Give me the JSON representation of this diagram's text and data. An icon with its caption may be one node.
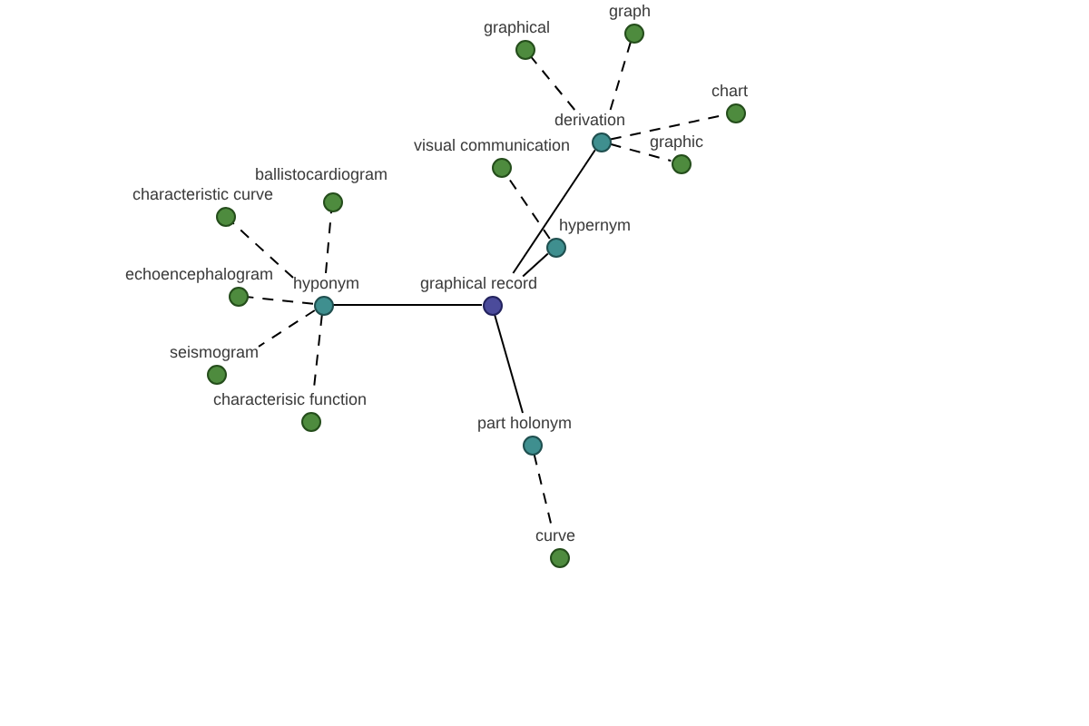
{
  "diagram": {
    "nodes": [
      {
        "text": [
          "graph"
        ]
      },
      {
        "text": [
          "graphical"
        ]
      },
      {
        "text": [
          "chart"
        ]
      },
      {
        "text": [
          "derivation"
        ]
      },
      {
        "text": [
          "graphic"
        ]
      },
      {
        "text": [
          "visual communication"
        ]
      },
      {
        "text": [
          "ballistocardiogram"
        ]
      },
      {
        "text": [
          "characteristic curve"
        ]
      },
      {
        "text": [
          "hypernym"
        ]
      },
      {
        "text": [
          "echoencephalogram"
        ]
      },
      {
        "text": [
          "hyponym"
        ]
      },
      {
        "text": [
          "graphical record"
        ]
      },
      {
        "text": [
          "seismogram"
        ]
      },
      {
        "text": [
          "characterisic function"
        ]
      },
      {
        "text": [
          "part holonym"
        ]
      },
      {
        "text": [
          "curve"
        ]
      }
    ],
    "edges": [
      {
        "from": 11,
        "to": 10,
        "arrow": "none"
      },
      {
        "from": 11,
        "to": 8,
        "arrow": "none"
      },
      {
        "from": 11,
        "to": 3,
        "arrow": "none"
      },
      {
        "from": 11,
        "to": 14,
        "arrow": "none"
      },
      {
        "from": 10,
        "to": 6,
        "arrow": "none",
        "style": "dashed"
      },
      {
        "from": 10,
        "to": 7,
        "arrow": "none",
        "style": "dashed"
      },
      {
        "from": 10,
        "to": 9,
        "arrow": "none",
        "style": "dashed"
      },
      {
        "from": 10,
        "to": 12,
        "arrow": "none",
        "style": "dashed"
      },
      {
        "from": 10,
        "to": 13,
        "arrow": "none",
        "style": "dashed"
      },
      {
        "from": 8,
        "to": 5,
        "arrow": "none",
        "style": "dashed"
      },
      {
        "from": 3,
        "to": 1,
        "arrow": "none",
        "style": "dashed"
      },
      {
        "from": 3,
        "to": 0,
        "arrow": "none",
        "style": "dashed"
      },
      {
        "from": 3,
        "to": 2,
        "arrow": "none",
        "style": "dashed"
      },
      {
        "from": 3,
        "to": 4,
        "arrow": "none",
        "style": "dashed"
      },
      {
        "from": 14,
        "to": 15,
        "arrow": "none",
        "style": "dashed"
      }
    ]
  }
}
